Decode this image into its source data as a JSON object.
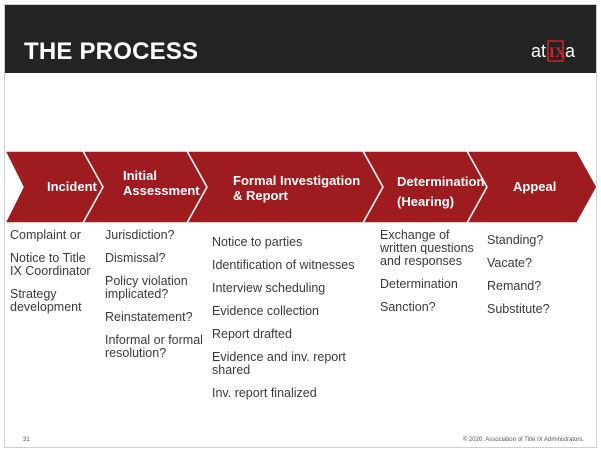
{
  "slide": {
    "title": "THE PROCESS",
    "logo_text": "atIXa",
    "page_number": "31",
    "copyright": "© 2020, Association of Title IX Administrators."
  },
  "colors": {
    "header_bg": "#232323",
    "arrow_fill": "#9e1b1f",
    "arrow_edge": "#ffffff"
  },
  "stages": [
    {
      "label": "Incident",
      "items": [
        "Complaint or",
        "Notice to Title IX Coordinator",
        "Strategy development"
      ]
    },
    {
      "label": "Initial Assessment",
      "items": [
        "Jurisdiction?",
        "Dismissal?",
        "Policy violation implicated?",
        "Reinstatement?",
        "Informal or formal resolution?"
      ]
    },
    {
      "label": "Formal Investigation & Report",
      "items": [
        "Notice to parties",
        "Identification of witnesses",
        "Interview scheduling",
        "Evidence collection",
        "Report drafted",
        "Evidence and inv. report shared",
        "Inv. report finalized"
      ]
    },
    {
      "label": "Determination (Hearing)",
      "items": [
        "Exchange of written questions and responses",
        "Determination",
        "Sanction?"
      ]
    },
    {
      "label": "Appeal",
      "items": [
        "Standing?",
        "Vacate?",
        "Remand?",
        "Substitute?"
      ]
    }
  ]
}
